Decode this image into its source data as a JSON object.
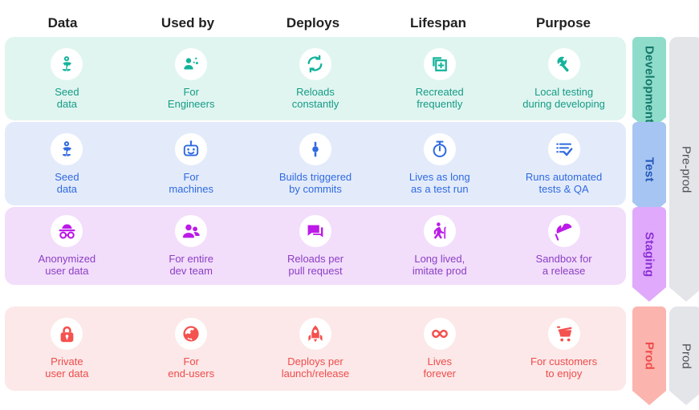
{
  "headers": [
    {
      "label": "Data"
    },
    {
      "label": "Used by"
    },
    {
      "label": "Deploys"
    },
    {
      "label": "Lifespan"
    },
    {
      "label": "Purpose"
    }
  ],
  "colors": {
    "development_band": "#e0f5f0",
    "development_accent": "#159b86",
    "development_chevron": "#8fdccb",
    "test_band": "#e3ebfb",
    "test_accent": "#2f6ae0",
    "test_chevron": "#a6c5f2",
    "staging_band": "#f2ddfb",
    "staging_accent": "#8b3fc4",
    "staging_chevron": "#e0a9fb",
    "prod_band": "#fce8e8",
    "prod_accent": "#ef4b4b",
    "prod_chevron": "#fbb4ae",
    "group_chevron": "#e3e5e9",
    "header_text": "#212121",
    "bubble": "#ffffff"
  },
  "rows": [
    {
      "stage": "Development",
      "cells": [
        {
          "icon": "seed-flower-icon",
          "line1": "Seed",
          "line2": "data"
        },
        {
          "icon": "engineer-person-gear-icon",
          "line1": "For",
          "line2": "Engineers"
        },
        {
          "icon": "refresh-sync-icon",
          "line1": "Reloads",
          "line2": "constantly"
        },
        {
          "icon": "add-copy-document-icon",
          "line1": "Recreated",
          "line2": "frequently"
        },
        {
          "icon": "wrench-icon",
          "line1": "Local testing",
          "line2": "during developing"
        }
      ]
    },
    {
      "stage": "Test",
      "cells": [
        {
          "icon": "seed-flower-icon",
          "line1": "Seed",
          "line2": "data"
        },
        {
          "icon": "robot-icon",
          "line1": "For",
          "line2": "machines"
        },
        {
          "icon": "commit-node-icon",
          "line1": "Builds triggered",
          "line2": "by commits"
        },
        {
          "icon": "stopwatch-icon",
          "line1": "Lives as long",
          "line2": "as a test run"
        },
        {
          "icon": "checklist-icon",
          "line1": "Runs automated",
          "line2": "tests & QA"
        }
      ]
    },
    {
      "stage": "Staging",
      "cells": [
        {
          "icon": "incognito-hat-glasses-icon",
          "line1": "Anonymized",
          "line2": "user data"
        },
        {
          "icon": "people-group-icon",
          "line1": "For entire",
          "line2": "dev team"
        },
        {
          "icon": "comment-chat-icon",
          "line1": "Reloads per",
          "line2": "pull request"
        },
        {
          "icon": "elderly-person-cane-icon",
          "line1": "Long lived,",
          "line2": "imitate prod"
        },
        {
          "icon": "beach-umbrella-icon",
          "line1": "Sandbox for",
          "line2": "a release"
        }
      ]
    },
    {
      "stage": "Prod",
      "cells": [
        {
          "icon": "padlock-icon",
          "line1": "Private",
          "line2": "user data"
        },
        {
          "icon": "globe-public-icon",
          "line1": "For",
          "line2": "end-users"
        },
        {
          "icon": "rocket-icon",
          "line1": "Deploys per",
          "line2": "launch/release"
        },
        {
          "icon": "infinity-icon",
          "line1": "Lives",
          "line2": "forever"
        },
        {
          "icon": "shopping-cart-icon",
          "line1": "For customers",
          "line2": "to enjoy"
        }
      ]
    }
  ],
  "stage_chevrons": [
    {
      "label": "Development"
    },
    {
      "label": "Test"
    },
    {
      "label": "Staging"
    },
    {
      "label": "Prod"
    }
  ],
  "group_chevrons": [
    {
      "label": "Pre-prod"
    },
    {
      "label": "Prod"
    }
  ]
}
